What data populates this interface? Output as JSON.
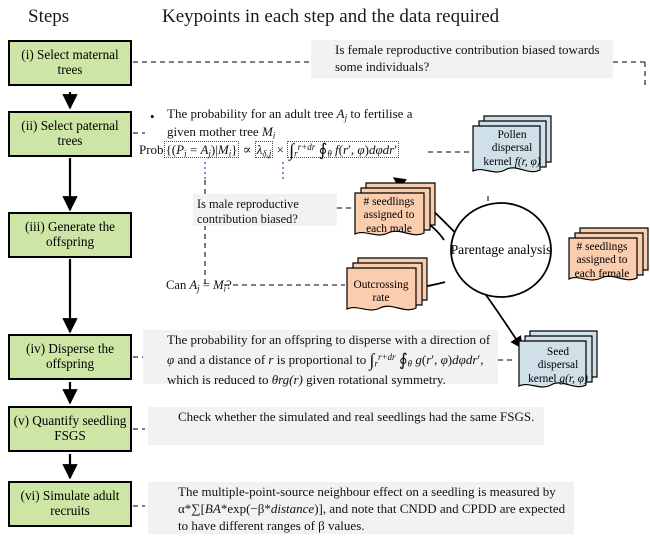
{
  "header": {
    "left_title": "Steps",
    "right_title": "Keypoints in each step and the data required"
  },
  "steps": [
    {
      "id": "step-i",
      "label": "(i) Select maternal trees"
    },
    {
      "id": "step-ii",
      "label": "(ii) Select paternal trees"
    },
    {
      "id": "step-iii",
      "label": "(iii) Generate the offspring"
    },
    {
      "id": "step-iv",
      "label": "(iv) Disperse the offspring"
    },
    {
      "id": "step-v",
      "label": "(v) Quantify seedling FSGS"
    },
    {
      "id": "step-vi",
      "label": "(vi) Simulate adult recruits"
    }
  ],
  "keypoints": [
    {
      "id": "kp-i",
      "text": "Is female reproductive contribution biased towards some individuals?"
    },
    {
      "id": "kp-ii",
      "text": "The probability for an adult tree Aj to fertilise a given mother tree Mi",
      "equation": "Prob{(Pi = Aj)|Mi} ∝ λδ,j × ∫r^(r+dr) ∮θ f(r′, φ)dφdr′"
    },
    {
      "id": "kp-iv",
      "text": "The probability for an offspring to disperse with a direction of φ and a distance of r is proportional to ∫r^(r+dr) ∮θ g(r′, φ)dφdr′, which is reduced to θrg(r) given rotational symmetry."
    },
    {
      "id": "kp-v",
      "text": "Check whether the simulated and real seedlings had the same FSGS."
    },
    {
      "id": "kp-vi",
      "text": "The multiple-point-source neighbour effect on a seedling is measured by α*∑[BA*exp(−β*distance)], and note that CNDD and CPDD are expected to have different ranges of β values."
    }
  ],
  "annotations": {
    "male_bias_question": "Is male reproductive contribution biased?",
    "can_aj_equal_mi": "Can Aj = Mi?"
  },
  "data_docs": [
    {
      "id": "doc-pollen-kernel",
      "label": "Pollen dispersal kernel f(r, φ)",
      "color": "#cfe0e8"
    },
    {
      "id": "doc-seedlings-male",
      "label": "# seedlings assigned to each male",
      "color": "#f9cdad"
    },
    {
      "id": "doc-seedlings-female",
      "label": "# seedlings assigned to each female",
      "color": "#f9cdad"
    },
    {
      "id": "doc-outcrossing-rate",
      "label": "Outcrossing rate",
      "color": "#f9cdad"
    },
    {
      "id": "doc-seed-kernel",
      "label": "Seed dispersal kernel g(r, φ)",
      "color": "#cfe0e8"
    }
  ],
  "process": {
    "parentage_analysis": "Parentage analysis"
  },
  "colors": {
    "step_fill": "#cde5a5",
    "doc_blue": "#cfe0e8",
    "doc_orange": "#f9cdad",
    "text_bg": "#f2f2f2",
    "stroke": "#000000",
    "dotted_box": "#2f4f9f"
  }
}
